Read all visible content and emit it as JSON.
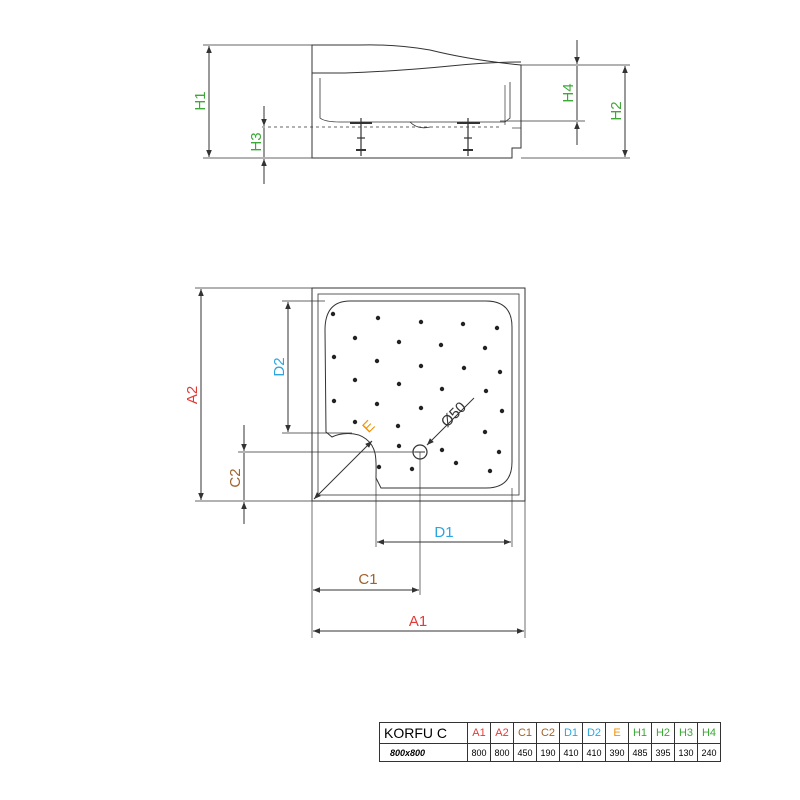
{
  "product": {
    "model": "KORFU C",
    "size": "800x800"
  },
  "labels": {
    "H1": "H1",
    "H2": "H2",
    "H3": "H3",
    "H4": "H4",
    "A1": "A1",
    "A2": "A2",
    "C1": "C1",
    "C2": "C2",
    "D1": "D1",
    "D2": "D2",
    "E": "E",
    "drain": "Ø50"
  },
  "colors": {
    "A": "#e53935",
    "C": "#a0612a",
    "D": "#29a6e0",
    "E": "#f29200",
    "H": "#3aa935",
    "line": "#333333"
  },
  "spec_table": {
    "headers": [
      "A1",
      "A2",
      "C1",
      "C2",
      "D1",
      "D2",
      "E",
      "H1",
      "H2",
      "H3",
      "H4"
    ],
    "header_colors": [
      "#e53935",
      "#e53935",
      "#a0612a",
      "#a0612a",
      "#29a6e0",
      "#29a6e0",
      "#f29200",
      "#3aa935",
      "#3aa935",
      "#3aa935",
      "#3aa935"
    ],
    "values": [
      "800",
      "800",
      "450",
      "190",
      "410",
      "410",
      "390",
      "485",
      "395",
      "130",
      "240"
    ]
  }
}
